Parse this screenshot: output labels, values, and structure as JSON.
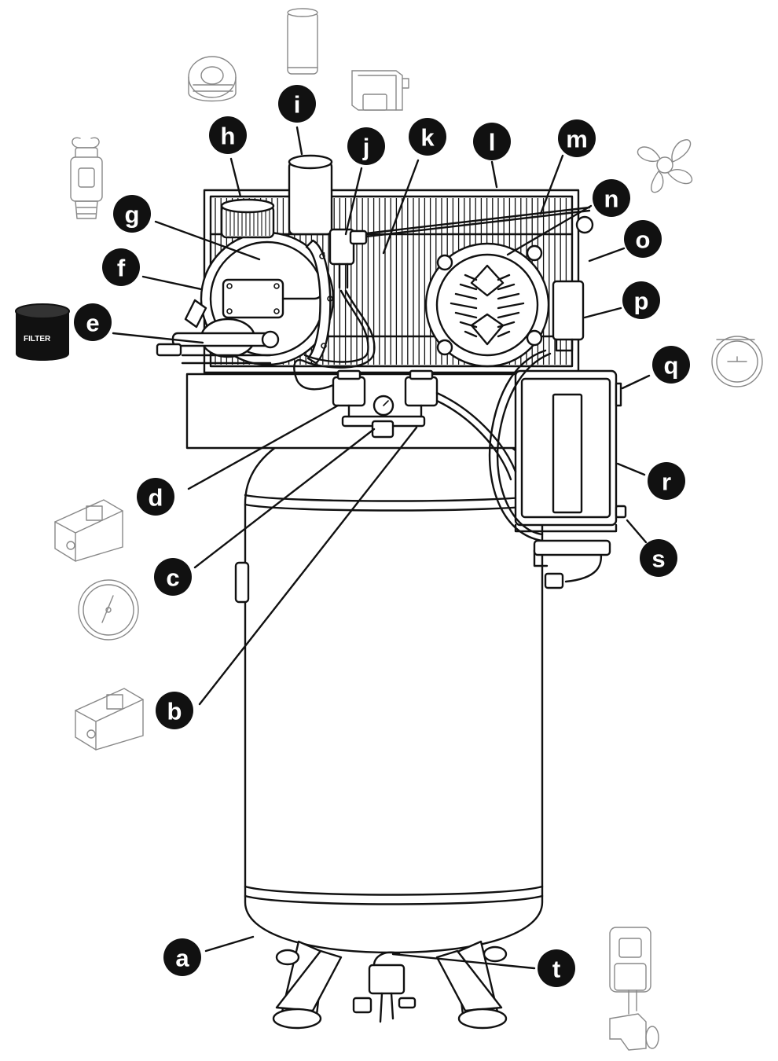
{
  "labels": {
    "a": "a",
    "b": "b",
    "c": "c",
    "d": "d",
    "e": "e",
    "f": "f",
    "g": "g",
    "h": "h",
    "i": "i",
    "j": "j",
    "k": "k",
    "l": "l",
    "m": "m",
    "n": "n",
    "o": "o",
    "p": "p",
    "q": "q",
    "r": "r",
    "s": "s",
    "t": "t"
  },
  "accessories": {
    "oil_filter_text": "FILTER"
  },
  "colors": {
    "line": "#111111",
    "accessory_line": "#888888",
    "badge_fill": "#111111",
    "badge_text": "#ffffff",
    "background": "#ffffff"
  }
}
